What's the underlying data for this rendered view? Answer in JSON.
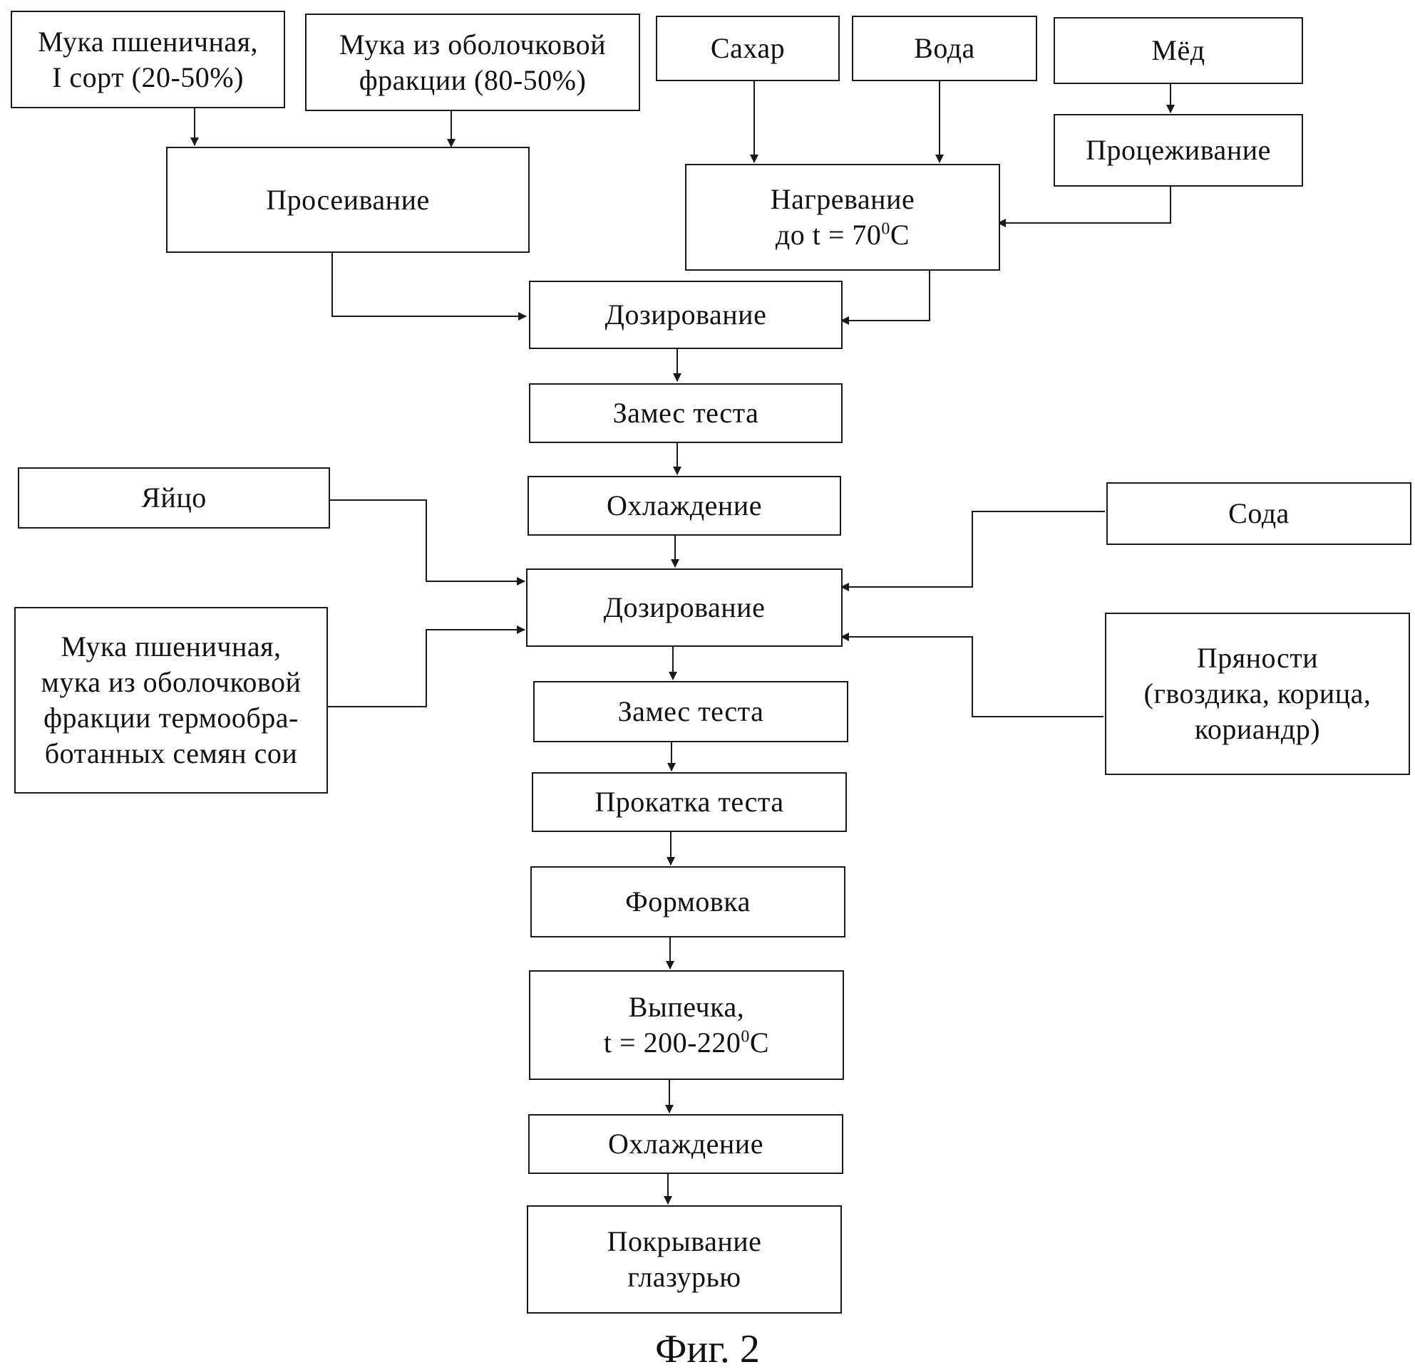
{
  "nodes": {
    "wheat_flour": [
      "Мука пшеничная,",
      "I сорт (20-50%)"
    ],
    "shell_flour": [
      "Мука из оболочковой",
      "фракции (80-50%)"
    ],
    "sugar": "Сахар",
    "water": "Вода",
    "honey": "Мёд",
    "straining": "Процеживание",
    "sifting": "Просеивание",
    "heating": [
      "Нагревание",
      "до t = 70",
      "0",
      "C"
    ],
    "dosing_1": "Дозирование",
    "kneading_1": "Замес теста",
    "cooling_1": "Охлаждение",
    "egg": "Яйцо",
    "soda": "Сода",
    "dosing_2": "Дозирование",
    "flour_mix": [
      "Мука пшеничная,",
      "мука из оболочковой",
      "фракции термообра-",
      "ботанных семян сои"
    ],
    "spices": [
      "Пряности",
      "(гвоздика, корица,",
      "кориандр)"
    ],
    "kneading_2": "Замес теста",
    "rolling": "Прокатка теста",
    "forming": "Формовка",
    "baking": [
      "Выпечка,",
      "t = 200-220",
      "0",
      "C"
    ],
    "cooling_2": "Охлаждение",
    "glazing": [
      "Покрывание",
      "глазурью"
    ]
  },
  "caption": "Фиг. 2"
}
